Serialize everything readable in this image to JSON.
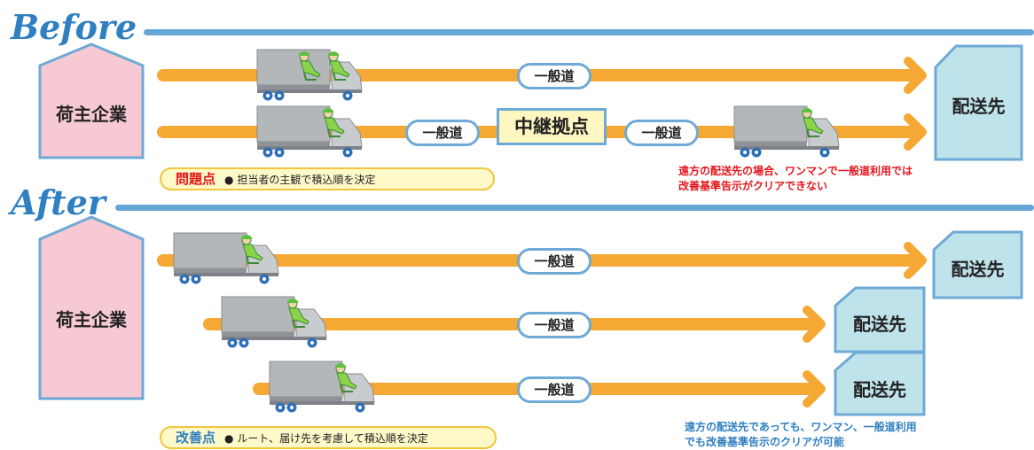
{
  "before": {
    "title": "Before",
    "origin_label": "荷主企業",
    "dest_label": "配送先",
    "road_label": "一般道",
    "hub_label": "中継拠点",
    "issue": {
      "heading": "問題点",
      "bullet": "●",
      "text": "担当者の主観で積込順を決定"
    },
    "red_note_line1": "遠方の配送先の場合、ワンマンで一般道利用では",
    "red_note_line2": "改善基準告示がクリアできない"
  },
  "after": {
    "title": "After",
    "origin_label": "荷主企業",
    "dest_label": "配送先",
    "road_label": "一般道",
    "improvement": {
      "heading": "改善点",
      "bullet": "●",
      "text": "ルート、届け先を考慮して積込順を決定"
    },
    "blue_note_line1": "遠方の配送先であっても、ワンマン、一般道利用",
    "blue_note_line2": "でも改善基準告示のクリアが可能"
  },
  "colors": {
    "title_blue": "#2f7fc1",
    "rule_blue": "#66a6d6",
    "road_orange": "#f5a833",
    "origin_pink": "#f6c9d3",
    "dest_cyan": "#bfe3ea",
    "warning_red": "#e3161b",
    "note_yellow": "#fff9c9"
  },
  "icons": [
    "truck-icon",
    "driver-icon",
    "arrow-right-icon"
  ]
}
